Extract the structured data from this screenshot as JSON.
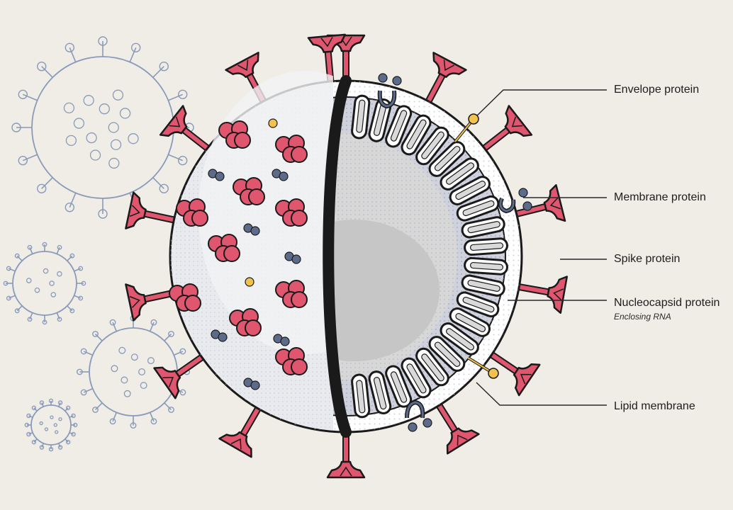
{
  "labels": {
    "envelope": "Envelope protein",
    "membrane": "Membrane protein",
    "spike": "Spike protein",
    "nucleocapsid": "Nucleocapsid protein",
    "nucleocapsid_sub": "Enclosing RNA",
    "lipid": "Lipid membrane"
  },
  "colors": {
    "background": "#efede6",
    "spike": "#e0566e",
    "membrane_protein": "#5d6b8a",
    "envelope_protein": "#f2c14e",
    "outline": "#1a1a1a",
    "small_virus": "#8a9ab8",
    "core": "#c9c9c9",
    "shell": "#eeeeee"
  }
}
